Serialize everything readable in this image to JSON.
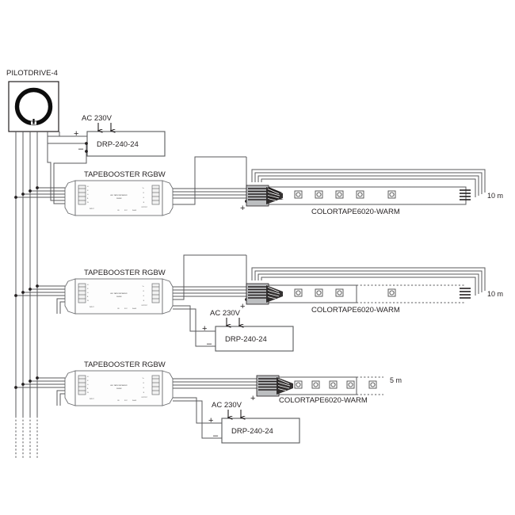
{
  "diagram": {
    "title_label": "PILOTDRIVE-4",
    "controller": {
      "name": "PILOTDRIVE-4",
      "icon": "rotary-dial-ring-icon"
    },
    "power_supplies": [
      {
        "id": "psu-1",
        "model": "DRP-240-24",
        "mains_label": "AC 230V",
        "plus": "+",
        "minus": "–"
      },
      {
        "id": "psu-2",
        "model": "DRP-240-24",
        "mains_label": "AC 230V",
        "plus": "+",
        "minus": "–"
      },
      {
        "id": "psu-3",
        "model": "DRP-240-24",
        "mains_label": "AC 230V",
        "plus": "+",
        "minus": "–"
      }
    ],
    "amplifiers": [
      {
        "id": "amp-1",
        "label": "TAPEBOOSTER RGBW",
        "body_text_1": "LED TAPE REPEATER",
        "body_text_2": "RGBW",
        "cert_ce": "CE",
        "cert_fcc": "FCC",
        "cert_rohs": "RoHS",
        "in_label": "INPUT",
        "out_label": "OUTPUT",
        "pins_in": [
          "V+",
          "R",
          "G",
          "B",
          "W"
        ],
        "pins_out": [
          "V+",
          "R",
          "G",
          "B",
          "W"
        ]
      },
      {
        "id": "amp-2",
        "label": "TAPEBOOSTER RGBW",
        "body_text_1": "LED TAPE REPEATER",
        "body_text_2": "RGBW",
        "cert_ce": "CE",
        "cert_fcc": "FCC",
        "cert_rohs": "RoHS",
        "in_label": "INPUT",
        "out_label": "OUTPUT",
        "pins_in": [
          "V+",
          "R",
          "G",
          "B",
          "W"
        ],
        "pins_out": [
          "V+",
          "R",
          "G",
          "B",
          "W"
        ]
      },
      {
        "id": "amp-3",
        "label": "TAPEBOOSTER RGBW",
        "body_text_1": "LED TAPE REPEATER",
        "body_text_2": "RGBW",
        "cert_ce": "CE",
        "cert_fcc": "FCC",
        "cert_rohs": "RoHS",
        "in_label": "INPUT",
        "out_label": "OUTPUT",
        "pins_in": [
          "V+",
          "R",
          "G",
          "B",
          "W"
        ],
        "pins_out": [
          "V+",
          "R",
          "G",
          "B",
          "W"
        ]
      }
    ],
    "tapes": [
      {
        "id": "tape-1",
        "model": "COLORTAPE6020-WARM",
        "length": "10 m",
        "plus": "+",
        "loop_return": true,
        "led_count": 5
      },
      {
        "id": "tape-2",
        "model": "COLORTAPE6020-WARM",
        "length": "10 m",
        "plus": "+",
        "loop_return": true,
        "led_count": 5
      },
      {
        "id": "tape-3",
        "model": "COLORTAPE6020-WARM",
        "length": "5 m",
        "plus": "+",
        "loop_return": false,
        "led_count": 5
      }
    ],
    "colors": {
      "wire": "#58595b",
      "ink": "#231f20",
      "connector": "#bcbec0",
      "background": "#ffffff"
    }
  }
}
